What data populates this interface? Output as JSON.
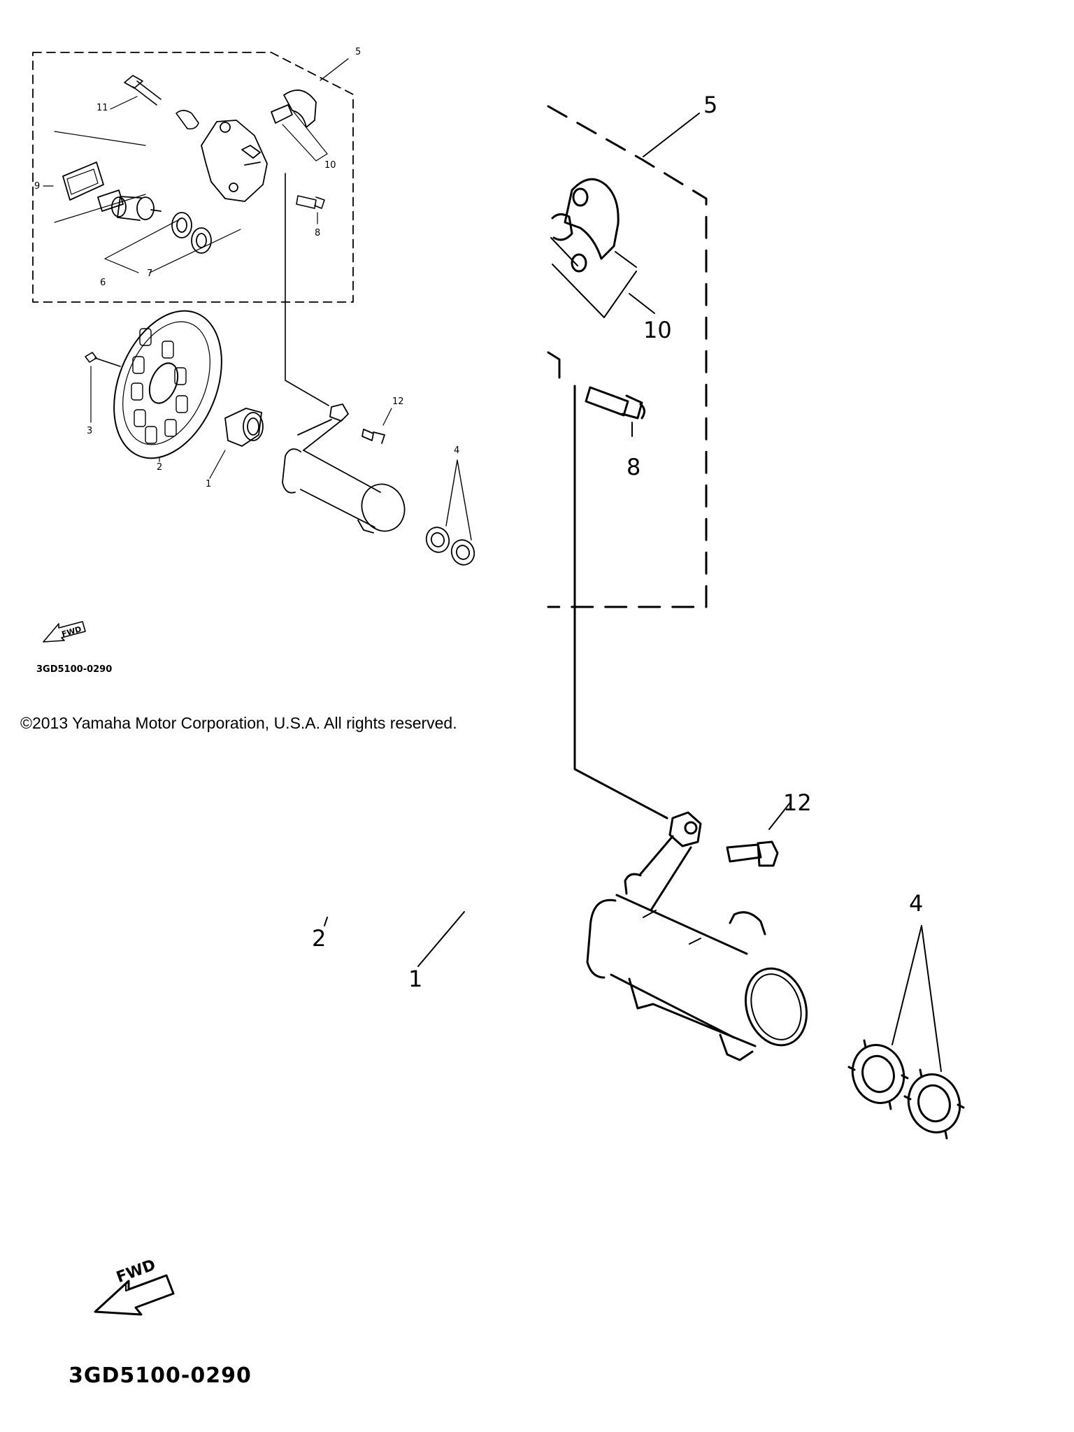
{
  "callouts_small": {
    "c1": "1",
    "c2": "2",
    "c3": "3",
    "c4": "4",
    "c5": "5",
    "c6": "6",
    "c7": "7",
    "c8": "8",
    "c9": "9",
    "c10": "10",
    "c11": "11",
    "c12": "12"
  },
  "callouts_large": {
    "c1": "1",
    "c2": "2",
    "c4": "4",
    "c5": "5",
    "c8": "8",
    "c10": "10",
    "c12": "12"
  },
  "fwd_label": "FWD",
  "diagram_code_small": "3GD5100-0290",
  "diagram_code_large": "3GD5100-0290",
  "copyright": "©2013 Yamaha Motor Corporation, U.S.A. All rights reserved."
}
